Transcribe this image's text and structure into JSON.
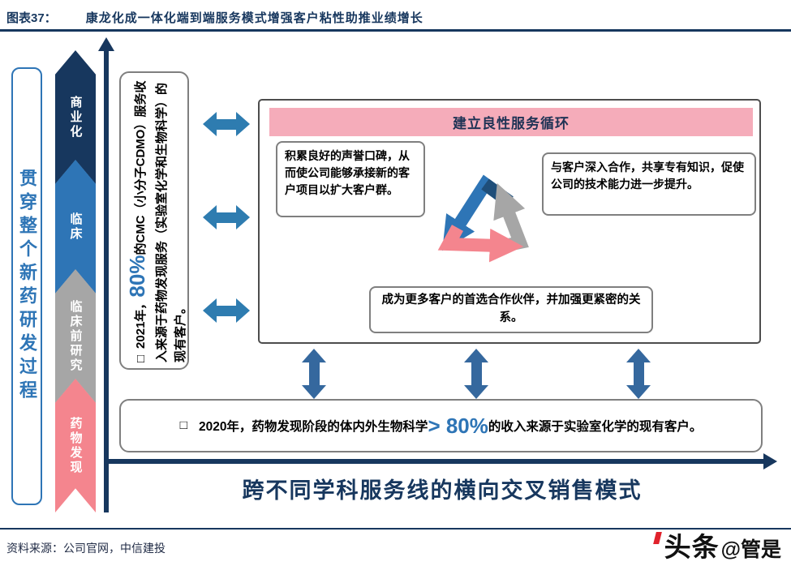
{
  "header": {
    "figure_label": "图表37：",
    "title": "康龙化成一体化端到端服务模式增强客户粘性助推业绩增长"
  },
  "left_panel": {
    "process_label": "贯穿整个新药研发过程",
    "stages": [
      {
        "label": "商业化",
        "color": "#17375E"
      },
      {
        "label": "临床",
        "color": "#2E75B6"
      },
      {
        "label": "临床前研究",
        "color": "#A6A6A6"
      },
      {
        "label": "药物发现",
        "color": "#F4858E"
      }
    ]
  },
  "note_2021": {
    "bullet": "□",
    "prefix": "2021年，",
    "highlight": "80%",
    "text": "的CMC（小分子CDMO）服务收入来源于药物发现服务（实验室化学和生物科学）的现有客户。"
  },
  "cycle": {
    "header": "建立良性服务循环",
    "reputation_note": "积累良好的声誉口碑，从而使公司能够承接新的客户项目以扩大客户群。",
    "cooperation_note": "与客户深入合作，共享专有知识，促使公司的技术能力进一步提升。",
    "partner_note": "成为更多客户的首选合作伙伴，并加强更紧密的关系。"
  },
  "note_2020": {
    "bullet": "□",
    "prefix": "2020年，药物发现阶段的体内外生物科学 ",
    "highlight": "> 80%",
    "text": "的收入来源于实验室化学的现有客户。"
  },
  "bottom_axis_label": "跨不同学科服务线的横向交叉销售模式",
  "footer": {
    "source": "资料来源：公司官网，中信建投",
    "watermark_brand": "头条",
    "watermark_handle": "@管是"
  },
  "colors": {
    "navy": "#17375E",
    "blue": "#2E75B6",
    "gray": "#A6A6A6",
    "pink": "#F4858E",
    "pink_header_bg": "#F5ACBA",
    "arrow_horizontal": "#2E7CB0",
    "arrow_vertical": "#35689E",
    "highlight_blue": "#2E75B6"
  }
}
